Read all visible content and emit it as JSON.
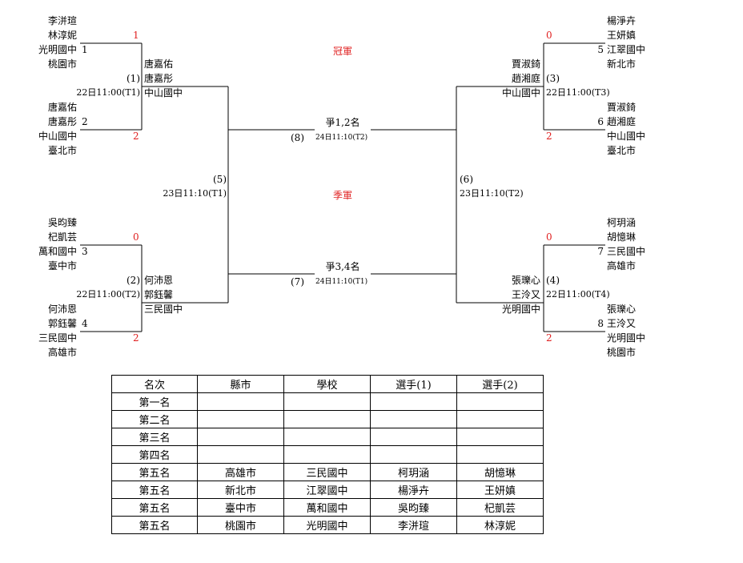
{
  "labels": {
    "champion": "冠軍",
    "third": "季軍"
  },
  "final": {
    "match_no": "(8)",
    "title": "爭1,2名",
    "time": "24日11:10(T2)"
  },
  "third_match": {
    "match_no": "(7)",
    "title": "爭3,4名",
    "time": "24日11:10(T1)"
  },
  "left_semi": {
    "match_no": "(5)",
    "time": "23日11:10(T1)"
  },
  "right_semi": {
    "match_no": "(6)",
    "time": "23日11:10(T2)"
  },
  "entries": {
    "e1": {
      "name1": "李洴瑄",
      "name2": "林淳妮",
      "school": "光明國中",
      "city": "桃園市",
      "seed": "1",
      "score": "1"
    },
    "e2": {
      "name1": "唐嘉佑",
      "name2": "唐嘉彤",
      "school": "中山國中",
      "city": "臺北市",
      "seed": "2",
      "score": "2"
    },
    "e3": {
      "name1": "吳昀臻",
      "name2": "杞凱芸",
      "school": "萬和國中",
      "city": "臺中市",
      "seed": "3",
      "score": "0"
    },
    "e4": {
      "name1": "何沛恩",
      "name2": "郭鈺馨",
      "school": "三民國中",
      "city": "高雄市",
      "seed": "4",
      "score": "2"
    },
    "e5": {
      "name1": "楊淨卉",
      "name2": "王妍嫃",
      "school": "江翠國中",
      "city": "新北市",
      "seed": "5",
      "score": "0"
    },
    "e6": {
      "name1": "賈淑錡",
      "name2": "趙湘庭",
      "school": "中山國中",
      "city": "臺北市",
      "seed": "6",
      "score": "2"
    },
    "e7": {
      "name1": "柯玥涵",
      "name2": "胡憶琳",
      "school": "三民國中",
      "city": "高雄市",
      "seed": "7",
      "score": "0"
    },
    "e8": {
      "name1": "張瓅心",
      "name2": "王泠又",
      "school": "光明國中",
      "city": "桃園市",
      "seed": "8",
      "score": "2"
    }
  },
  "matches": {
    "m1": {
      "no": "(1)",
      "time": "22日11:00(T1)",
      "winner1": "唐嘉佑",
      "winner2": "唐嘉彤",
      "winner_school": "中山國中"
    },
    "m2": {
      "no": "(2)",
      "time": "22日11:00(T2)",
      "winner1": "何沛恩",
      "winner2": "郭鈺馨",
      "winner_school": "三民國中"
    },
    "m3": {
      "no": "(3)",
      "time": "22日11:00(T3)",
      "winner1": "賈淑錡",
      "winner2": "趙湘庭",
      "winner_school": "中山國中"
    },
    "m4": {
      "no": "(4)",
      "time": "22日11:00(T4)",
      "winner1": "張瓅心",
      "winner2": "王泠又",
      "winner_school": "光明國中"
    }
  },
  "table": {
    "headers": [
      "名次",
      "縣市",
      "學校",
      "選手(1)",
      "選手(2)"
    ],
    "rows": [
      [
        "第一名",
        "",
        "",
        "",
        ""
      ],
      [
        "第二名",
        "",
        "",
        "",
        ""
      ],
      [
        "第三名",
        "",
        "",
        "",
        ""
      ],
      [
        "第四名",
        "",
        "",
        "",
        ""
      ],
      [
        "第五名",
        "高雄市",
        "三民國中",
        "柯玥涵",
        "胡憶琳"
      ],
      [
        "第五名",
        "新北市",
        "江翠國中",
        "楊淨卉",
        "王妍嫃"
      ],
      [
        "第五名",
        "臺中市",
        "萬和國中",
        "吳昀臻",
        "杞凱芸"
      ],
      [
        "第五名",
        "桃園市",
        "光明國中",
        "李洴瑄",
        "林淳妮"
      ]
    ]
  }
}
